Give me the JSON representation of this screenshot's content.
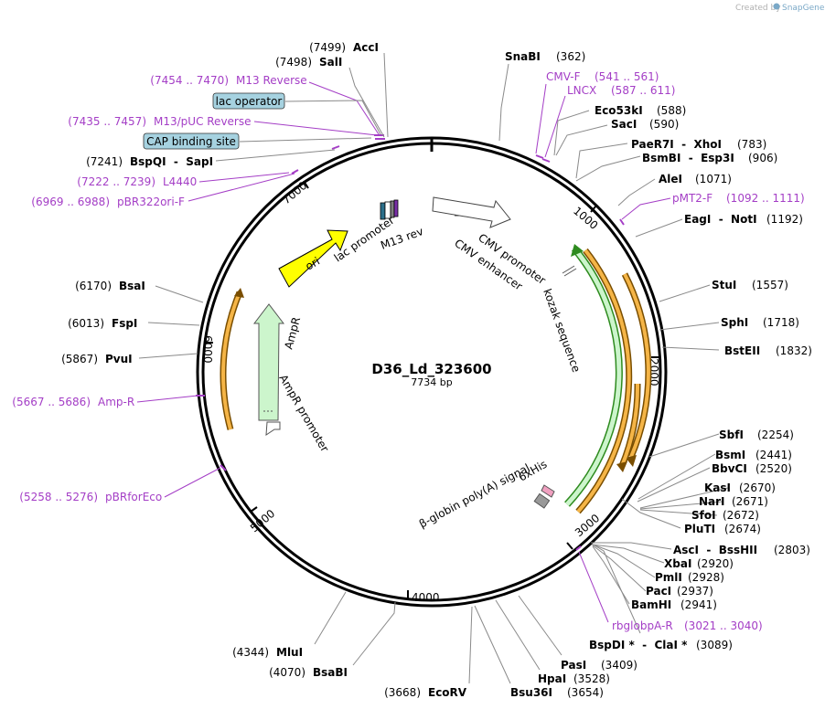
{
  "credit": {
    "prefix": "Created by",
    "brand": "SnapGene"
  },
  "plasmid": {
    "name": "D36_Ld_323600",
    "size": "7734 bp"
  },
  "ticks": [
    "1000",
    "2000",
    "3000",
    "4000",
    "5000",
    "6000",
    "7000"
  ],
  "enzymes": [
    {
      "pos": "(7499)",
      "name": "AccI"
    },
    {
      "pos": "(7498)",
      "name": "SalI"
    },
    {
      "pos": "(7241)",
      "name": "BspQI  -  SapI"
    },
    {
      "pos": "(6170)",
      "name": "BsaI"
    },
    {
      "pos": "(6013)",
      "name": "FspI"
    },
    {
      "pos": "(5867)",
      "name": "PvuI"
    },
    {
      "pos": "(4344)",
      "name": "MluI"
    },
    {
      "pos": "(4070)",
      "name": "BsaBI"
    },
    {
      "pos": "(3668)",
      "name": "EcoRV"
    },
    {
      "pos": "(3654)",
      "name": "Bsu36I"
    },
    {
      "pos": "(3528)",
      "name": "HpaI"
    },
    {
      "pos": "(3409)",
      "name": "PasI"
    },
    {
      "pos": "(3089)",
      "name": "BspDI *  -  ClaI *"
    },
    {
      "pos": "(2941)",
      "name": "BamHI"
    },
    {
      "pos": "(2937)",
      "name": "PacI"
    },
    {
      "pos": "(2928)",
      "name": "PmlI"
    },
    {
      "pos": "(2920)",
      "name": "XbaI"
    },
    {
      "pos": "(2803)",
      "name": "AscI  -  BssHII"
    },
    {
      "pos": "(2674)",
      "name": "PluTI"
    },
    {
      "pos": "(2672)",
      "name": "SfoI"
    },
    {
      "pos": "(2671)",
      "name": "NarI"
    },
    {
      "pos": "(2670)",
      "name": "KasI"
    },
    {
      "pos": "(2520)",
      "name": "BbvCI"
    },
    {
      "pos": "(2441)",
      "name": "BsmI"
    },
    {
      "pos": "(2254)",
      "name": "SbfI"
    },
    {
      "pos": "(1832)",
      "name": "BstEII"
    },
    {
      "pos": "(1718)",
      "name": "SphI"
    },
    {
      "pos": "(1557)",
      "name": "StuI"
    },
    {
      "pos": "(1192)",
      "name": "EagI  -  NotI"
    },
    {
      "pos": "(1071)",
      "name": "AleI"
    },
    {
      "pos": "(906)",
      "name": "BsmBI  -  Esp3I"
    },
    {
      "pos": "(783)",
      "name": "PaeR7I  -  XhoI"
    },
    {
      "pos": "(590)",
      "name": "SacI"
    },
    {
      "pos": "(588)",
      "name": "Eco53kI"
    },
    {
      "pos": "(362)",
      "name": "SnaBI"
    }
  ],
  "primers": [
    {
      "pos": "(7454 .. 7470)",
      "name": "M13 Reverse"
    },
    {
      "pos": "(7435 .. 7457)",
      "name": "M13/pUC Reverse"
    },
    {
      "pos": "(7222 .. 7239)",
      "name": "L4440"
    },
    {
      "pos": "(6969 .. 6988)",
      "name": "pBR322ori-F"
    },
    {
      "pos": "(5667 .. 5686)",
      "name": "Amp-R"
    },
    {
      "pos": "(5258 .. 5276)",
      "name": "pBRforEco"
    },
    {
      "pos": "(3021 .. 3040)",
      "name": "rbglobpA-R"
    },
    {
      "pos": "(1092 .. 1111)",
      "name": "pMT2-F"
    },
    {
      "name": "CMV-F",
      "pos": "(541 .. 561)"
    },
    {
      "name": "LNCX",
      "pos": "(587 .. 611)"
    }
  ],
  "boxed_features": [
    "lac operator",
    "CAP binding site"
  ],
  "feature_labels": [
    "ori",
    "lac promoter",
    "M13 rev",
    "CMV promoter",
    "CMV enhancer",
    "kozak sequence",
    "AmpR",
    "AmpR promoter",
    "6xHis",
    "β-globin poly(A) signal"
  ],
  "colors": {
    "ori": "#ffff00",
    "ampr": "#ccf5cc",
    "cds": "#ccf5cc",
    "cds_stroke": "#2e8b1f",
    "orange": "#f5b547",
    "primer": "#a43ec6",
    "box": "#a6d2e0"
  }
}
